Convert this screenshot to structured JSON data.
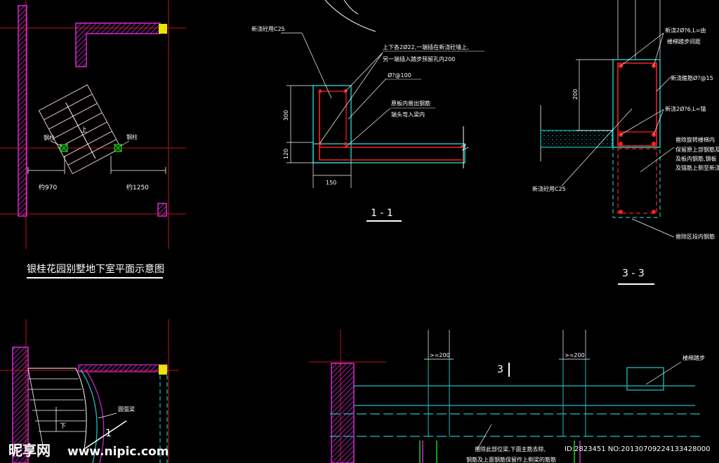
{
  "plan": {
    "title": "银桂花园别墅地下室平面示意图",
    "steel_col_left": "钢柱",
    "steel_col_right": "钢柱",
    "up_mark": "上",
    "dim_left": "约970",
    "dim_right": "约1250"
  },
  "section11": {
    "label_concrete": "新浇砼用C25",
    "label_rebar_1": "上下各2Ø22,一端插在新浇砼墙上,",
    "label_rebar_2": "另一端插入踏步预留孔内200",
    "label_stirrup": "Ø?@100",
    "label_slab_1": "原板内凿出钢筋",
    "label_slab_2": "端头弯入梁内",
    "dim_300": "300",
    "dim_120": "120",
    "dim_150": "150",
    "section_label": "1 - 1"
  },
  "section33": {
    "label_top_1": "新浇2Ø?6,L=由",
    "label_top_2": "楼梯踏步间距",
    "label_stirrup": "新浇箍筋Ø?@15",
    "label_mid": "新浇2Ø?6,L=锚",
    "note_1": "凿除旋转楼梯内",
    "note_2": "保留原上部钢筋及",
    "note_3": "及板内钢筋,钢板",
    "note_4": "及锚筋上侧至新浇",
    "label_concrete": "新浇砼用C25",
    "label_bottom": "凿除区段内钢筋",
    "dim_200": "200",
    "section_label": "3 - 3"
  },
  "lower_left": {
    "arc_beam": "圆弧梁",
    "down_mark": "下",
    "section_mark": "1"
  },
  "lower_right": {
    "dim_a": ">=200",
    "dim_b": ">=200",
    "section_mark": "3",
    "label_step": "楼梯踏步",
    "note_1": "凿除此部位梁,下面主筋去除,",
    "note_2": "钢筋及上面钢筋保留作上侧梁的筋筋"
  },
  "watermark": {
    "logo": "昵享网",
    "site": "www.nipic.com",
    "id": "ID:2823451 NO:20130709224133428000"
  },
  "colors": {
    "background": "#000000",
    "grid": "#c21414",
    "wall": "#d22ad2",
    "concrete": "#1fbfbf",
    "rebar": "#ff2020",
    "text": "#ffffff",
    "steel_column": "#22cc22",
    "marker": "#e6e600"
  }
}
